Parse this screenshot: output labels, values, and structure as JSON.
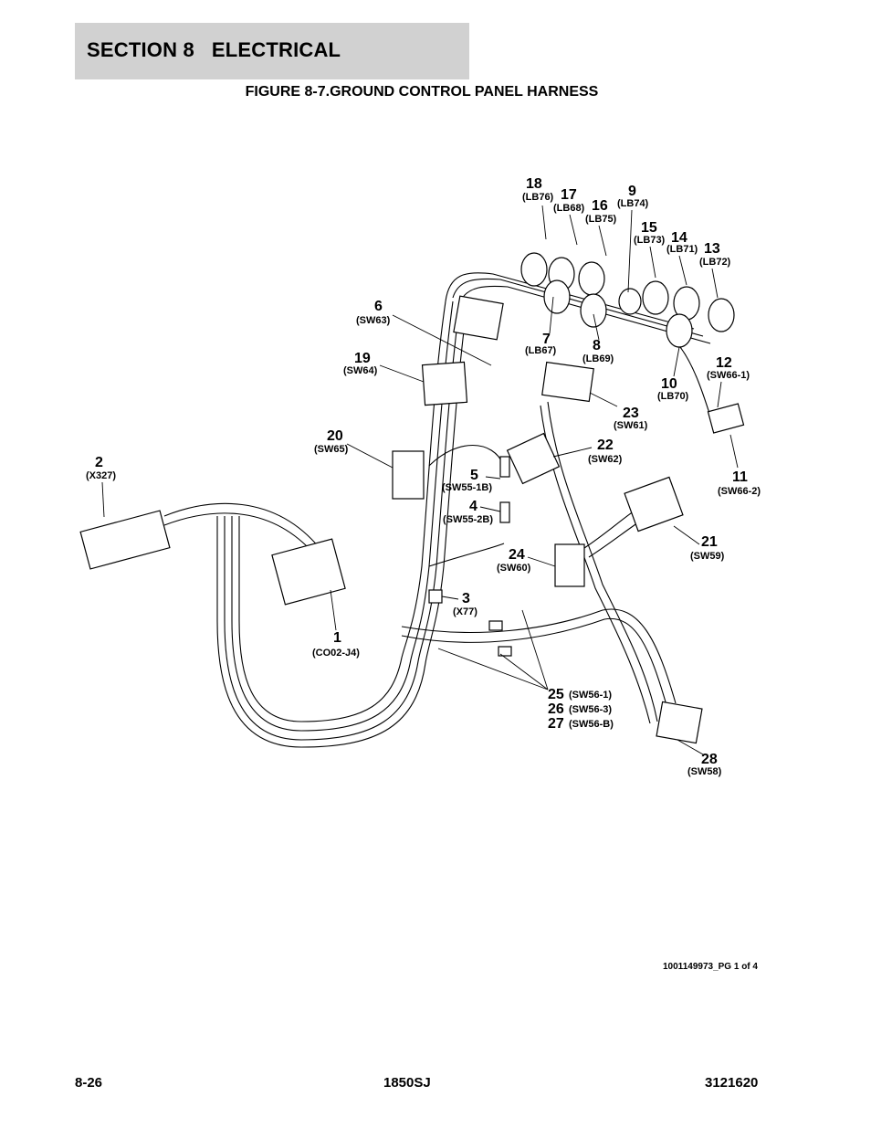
{
  "header": {
    "section_title": "SECTION 8   ELECTRICAL",
    "figure_title": "FIGURE 8-7.GROUND CONTROL PANEL HARNESS"
  },
  "callouts": [
    {
      "num": "18",
      "ref": "(LB76)"
    },
    {
      "num": "17",
      "ref": "(LB68)"
    },
    {
      "num": "16",
      "ref": "(LB75)"
    },
    {
      "num": "9",
      "ref": "(LB74)"
    },
    {
      "num": "15",
      "ref": "(LB73)"
    },
    {
      "num": "14",
      "ref": "(LB71)"
    },
    {
      "num": "13",
      "ref": "(LB72)"
    },
    {
      "num": "6",
      "ref": "(SW63)"
    },
    {
      "num": "19",
      "ref": "(SW64)"
    },
    {
      "num": "7",
      "ref": "(LB67)"
    },
    {
      "num": "8",
      "ref": "(LB69)"
    },
    {
      "num": "12",
      "ref": "(SW66-1)"
    },
    {
      "num": "10",
      "ref": "(LB70)"
    },
    {
      "num": "23",
      "ref": "(SW61)"
    },
    {
      "num": "20",
      "ref": "(SW65)"
    },
    {
      "num": "22",
      "ref": "(SW62)"
    },
    {
      "num": "2",
      "ref": "(X327)"
    },
    {
      "num": "5",
      "ref": "(SW55-1B)"
    },
    {
      "num": "11",
      "ref": "(SW66-2)"
    },
    {
      "num": "4",
      "ref": "(SW55-2B)"
    },
    {
      "num": "21",
      "ref": "(SW59)"
    },
    {
      "num": "24",
      "ref": "(SW60)"
    },
    {
      "num": "3",
      "ref": "(X77)"
    },
    {
      "num": "1",
      "ref": "(CO02-J4)"
    },
    {
      "num": "25",
      "ref": "(SW56-1)"
    },
    {
      "num": "26",
      "ref": "(SW56-3)"
    },
    {
      "num": "27",
      "ref": "(SW56-B)"
    },
    {
      "num": "28",
      "ref": "(SW58)"
    }
  ],
  "drawing_id": "1001149973_PG 1 of 4",
  "footer": {
    "page": "8-26",
    "model": "1850SJ",
    "manual": "3121620"
  }
}
